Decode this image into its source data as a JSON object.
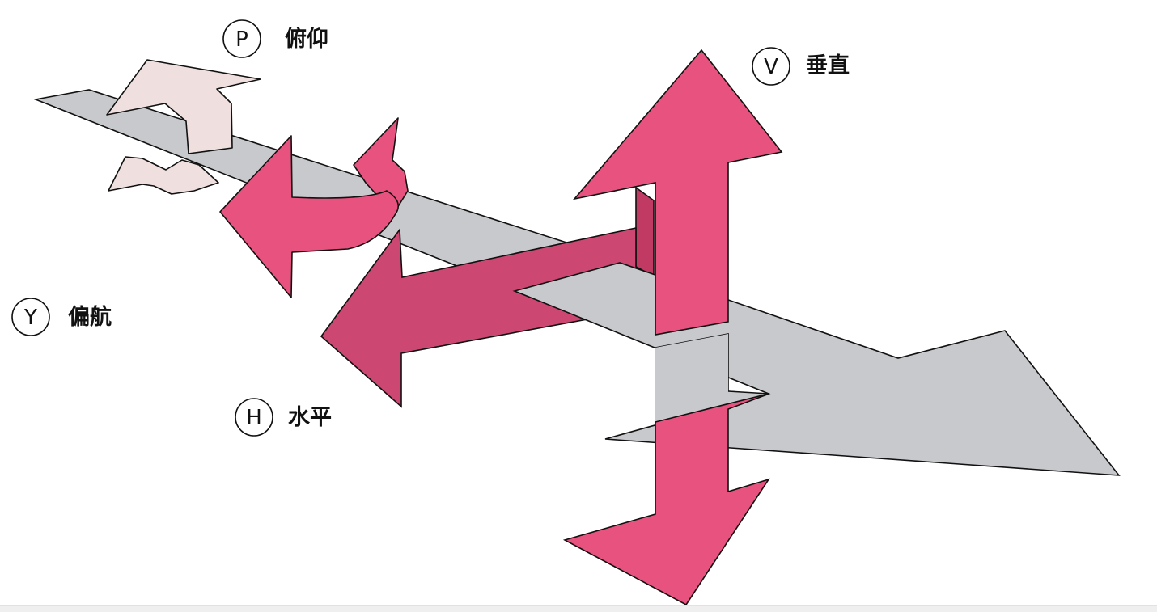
{
  "colors": {
    "body_fill": "#c8c9cc",
    "body_stroke": "#111111",
    "arrow_fill": "#e8527f",
    "arrow_horizontal_fill": "#cc4872",
    "arrow_dark_fill": "#c03a64",
    "pitch_fill": "#efe0df",
    "label_text": "#111111"
  },
  "labels": {
    "pitch": {
      "letter": "P",
      "text": "俯仰"
    },
    "vertical": {
      "letter": "V",
      "text": "垂直"
    },
    "yaw": {
      "letter": "Y",
      "text": "偏航"
    },
    "horizontal": {
      "letter": "H",
      "text": "水平"
    }
  },
  "icons": {
    "body": "elongated-arrow-body",
    "pitch": "curved-rotation-arrow",
    "yaw": "curved-rotation-arrow",
    "vertical": "double-headed-arrow",
    "horizontal": "single-headed-arrow"
  }
}
